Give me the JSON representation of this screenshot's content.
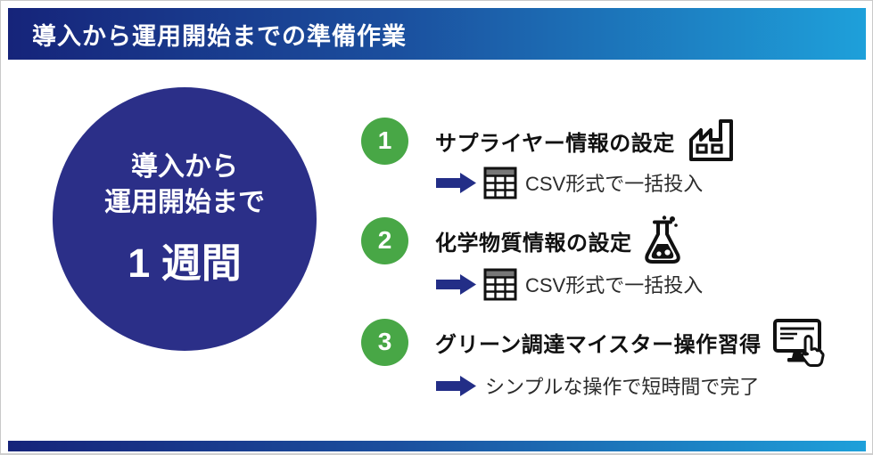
{
  "header": {
    "title": "導入から運用開始までの準備作業"
  },
  "lead_circle": {
    "line1": "導入から",
    "line2": "運用開始まで",
    "line3": "1 週間"
  },
  "steps": [
    {
      "number": "1",
      "title": "サプライヤー情報の設定",
      "title_icon": "factory-icon",
      "detail_icon": "table-icon",
      "detail": "CSV形式で一括投入"
    },
    {
      "number": "2",
      "title": "化学物質情報の設定",
      "title_icon": "flask-icon",
      "detail_icon": "table-icon",
      "detail": "CSV形式で一括投入"
    },
    {
      "number": "3",
      "title": "グリーン調達マイスター操作習得",
      "title_icon": "monitor-touch-icon",
      "detail_icon": null,
      "detail": "シンプルな操作で短時間で完了"
    }
  ],
  "icons": {
    "factory": "factory-icon",
    "flask": "flask-icon",
    "monitor_touch": "monitor-touch-icon",
    "table": "table-icon",
    "arrow": "arrow-right-icon"
  },
  "colors": {
    "header_gradient_left": "#16247a",
    "header_gradient_right": "#1ea0da",
    "lead_circle_navy": "#2b2f88",
    "step_badge_green": "#48a746",
    "arrow_navy": "#232e87"
  }
}
